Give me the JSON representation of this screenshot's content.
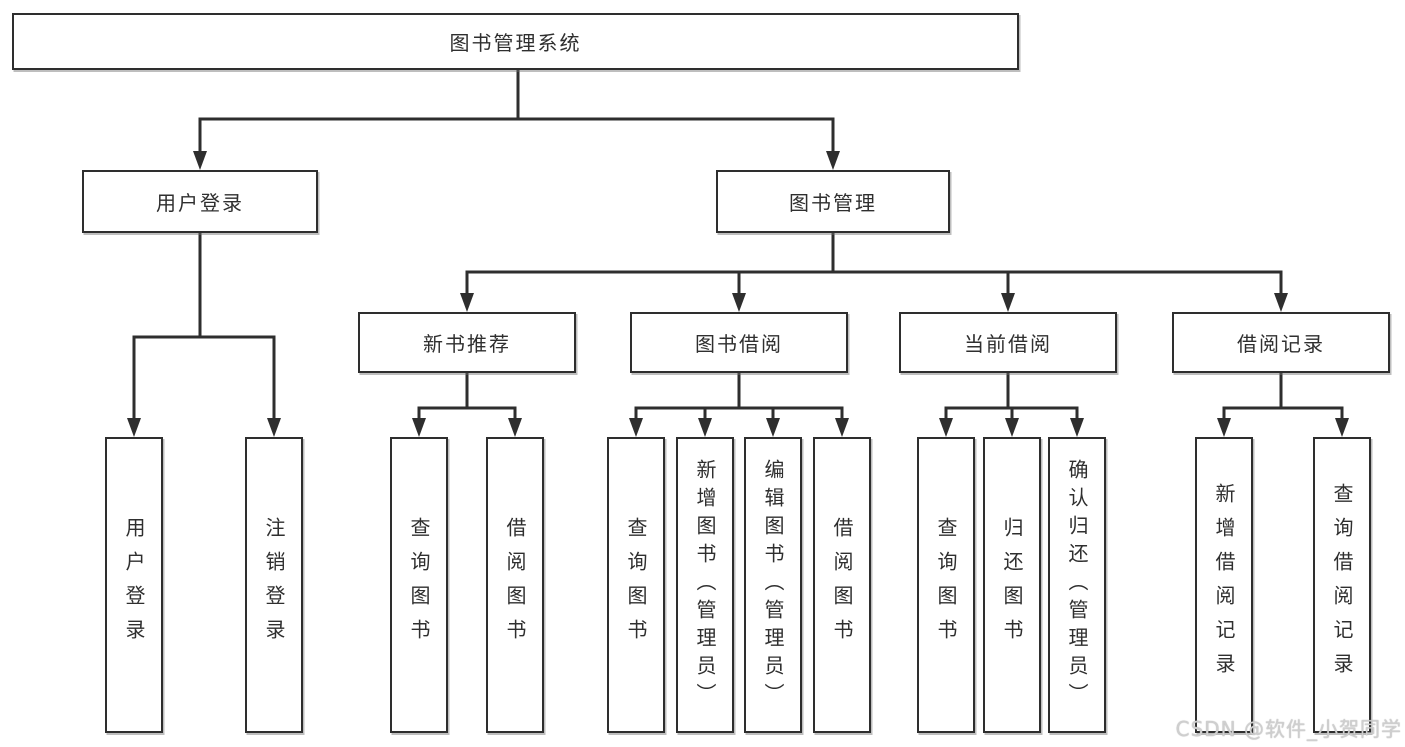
{
  "diagram_title": "图书管理系统",
  "tree": {
    "label": "图书管理系统",
    "children": [
      {
        "label": "用户登录",
        "children": [
          {
            "label": "用户登录"
          },
          {
            "label": "注销登录"
          }
        ]
      },
      {
        "label": "图书管理",
        "children": [
          {
            "label": "新书推荐",
            "children": [
              {
                "label": "查询图书"
              },
              {
                "label": "借阅图书"
              }
            ]
          },
          {
            "label": "图书借阅",
            "children": [
              {
                "label": "查询图书"
              },
              {
                "label": "新增图书（管理员）"
              },
              {
                "label": "编辑图书（管理员）"
              },
              {
                "label": "借阅图书"
              }
            ]
          },
          {
            "label": "当前借阅",
            "children": [
              {
                "label": "查询图书"
              },
              {
                "label": "归还图书"
              },
              {
                "label": "确认归还（管理员）"
              }
            ]
          },
          {
            "label": "借阅记录",
            "children": [
              {
                "label": "新增借阅记录"
              },
              {
                "label": "查询借阅记录"
              }
            ]
          }
        ]
      }
    ]
  },
  "watermark": "CSDN @软件_小贺同学",
  "colors": {
    "line": "#2e2e2e",
    "text": "#2f2f2f",
    "background": "#ffffff",
    "watermark": "#cfcfcf"
  }
}
